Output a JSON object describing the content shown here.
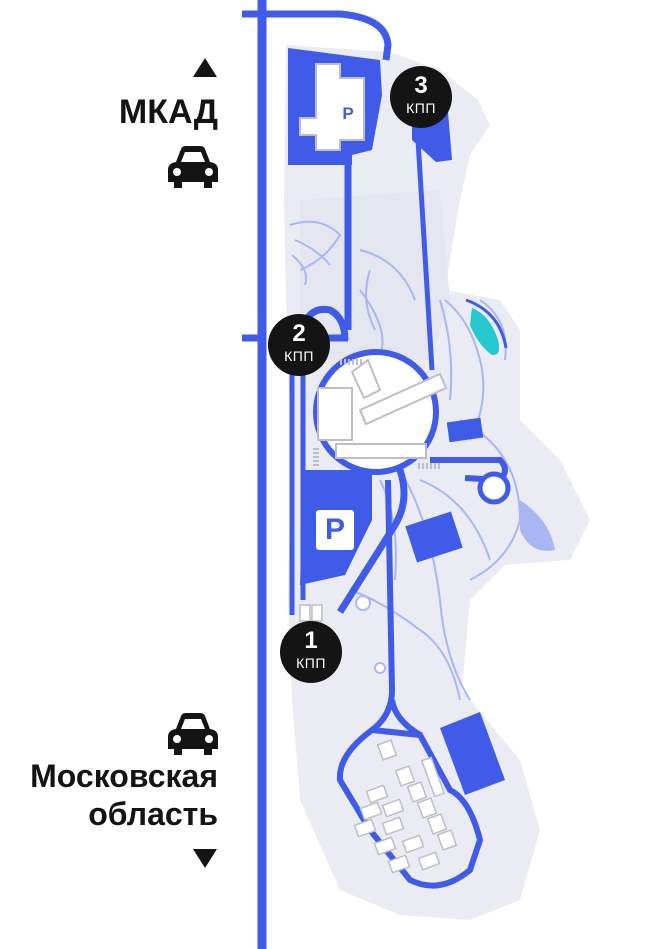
{
  "labels": {
    "top_direction": "МКАД",
    "bottom_direction_line1": "Московская",
    "bottom_direction_line2": "область"
  },
  "icons": {
    "direction_up": "triangle-up-arrow-icon",
    "direction_down": "triangle-down-arrow-icon",
    "car": "car-icon",
    "parking": "parking-sign-icon"
  },
  "gates": [
    {
      "number": "1",
      "caption": "КПП"
    },
    {
      "number": "2",
      "caption": "КПП"
    },
    {
      "number": "3",
      "caption": "КПП"
    }
  ],
  "parking": {
    "symbol": "P"
  },
  "colors": {
    "road_blue": "#3f5be8",
    "territory": "#ebebf3",
    "path_light": "#a9b6f2",
    "pond": "#25c8cf",
    "marker_black": "#141414",
    "building_outline": "#bdbdc8"
  }
}
